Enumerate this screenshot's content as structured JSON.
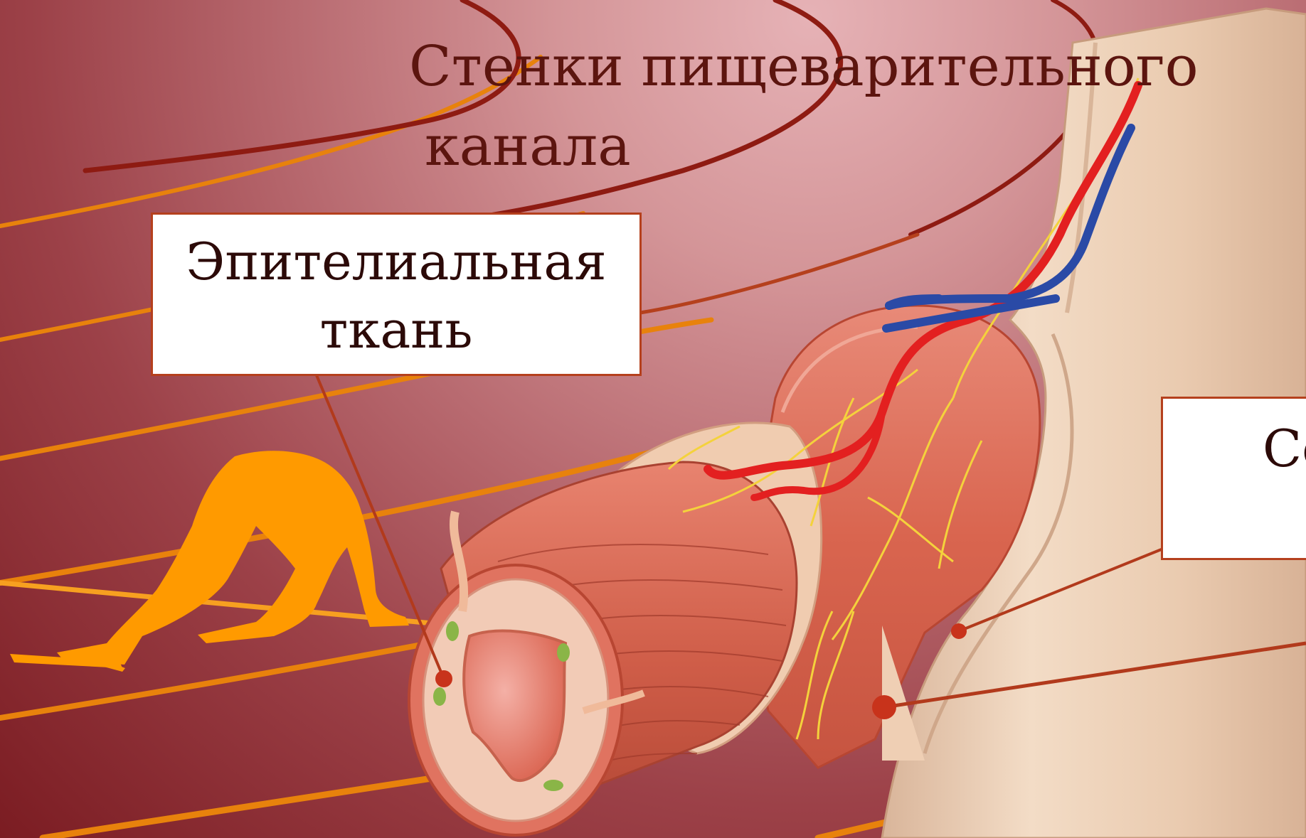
{
  "slide": {
    "title_line1": "Стенки пищеварительного",
    "title_line2": "канала",
    "labels": {
      "epithelial_line1": "Эпителиальная",
      "epithelial_line2": "ткань",
      "right_box_partial": "Со"
    }
  },
  "colors": {
    "background_dark": "#7b1c22",
    "background_light": "#e6b2b6",
    "title_text": "#5c150f",
    "track_lines": "#e8820c",
    "runner": "#ff9a00",
    "label_border": "#b5401d",
    "pointer": "#c8411b",
    "tissue_red": "#e0735f",
    "nerve_yellow": "#f4d23c",
    "artery_red": "#e32020",
    "vein_blue": "#2a4aa6",
    "outer_layer": "#efcfb4"
  },
  "icons": [
    "runner-silhouette-icon",
    "digestive-tube-illustration"
  ]
}
